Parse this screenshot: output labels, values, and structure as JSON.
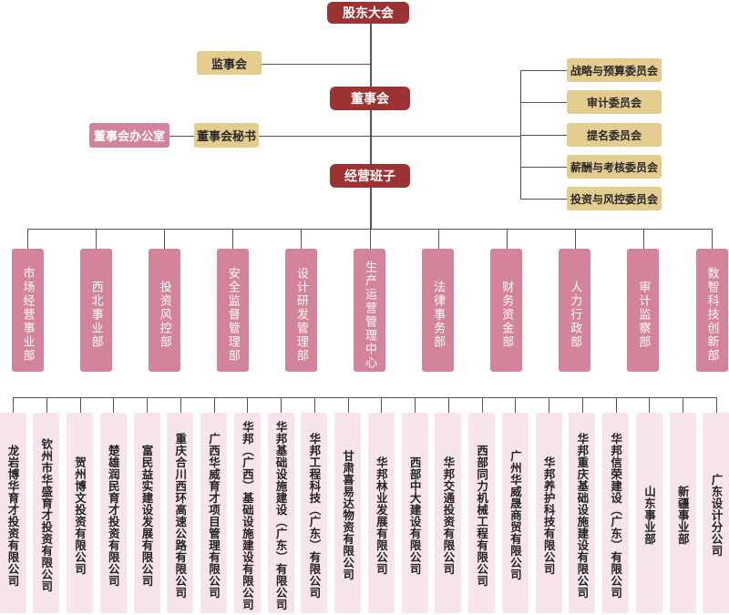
{
  "top": {
    "shareholders": "股东大会",
    "supervisors": "监事会",
    "board": "董事会",
    "board_secretary": "董事会秘书",
    "board_office": "董事会办公室",
    "management": "经营班子"
  },
  "committees": [
    "战略与预算委员会",
    "审计委员会",
    "提名委员会",
    "薪酬与考核委员会",
    "投资与风控委员会"
  ],
  "departments": [
    "市场经营事业部",
    "西北事业部",
    "投资风控部",
    "安全监督管理部",
    "设计研发管理部",
    "生产运营管理中心",
    "法律事务部",
    "财务资金部",
    "人力行政部",
    "审计监察部",
    "数智科技创新部"
  ],
  "subsidiaries": [
    "龙岩博华育才投资有限公司",
    "钦州市华盛育才投资有限公司",
    "贺州博文投资有限公司",
    "楚雄润民育才投资有限公司",
    "富民益实建设发展有限公司",
    "重庆合川西环高速公路有限公司",
    "广西华威育才项目管理有限公司",
    "华邦（广西）基础设施建设有限公司",
    "华邦基础设施建设（广东）有限公司",
    "华邦工程科技（广东）有限公司",
    "甘肃喜易达物资有限公司",
    "华邦林业发展有限公司",
    "西部中大建设有限公司",
    "华邦交通投资有限公司",
    "西部同力机械工程有限公司",
    "广州华威晟商贸有限公司",
    "华邦养护科技有限公司",
    "华邦重庆基础设施建设有限公司",
    "华邦信荣建设（广东）有限公司",
    "山东事业部",
    "新疆事业部",
    "广东设计分公司"
  ],
  "colors": {
    "governance": "#9b3333",
    "committee": "#e3cc8e",
    "department": "#d4849a",
    "subsidiary": "#f7e5e9"
  }
}
